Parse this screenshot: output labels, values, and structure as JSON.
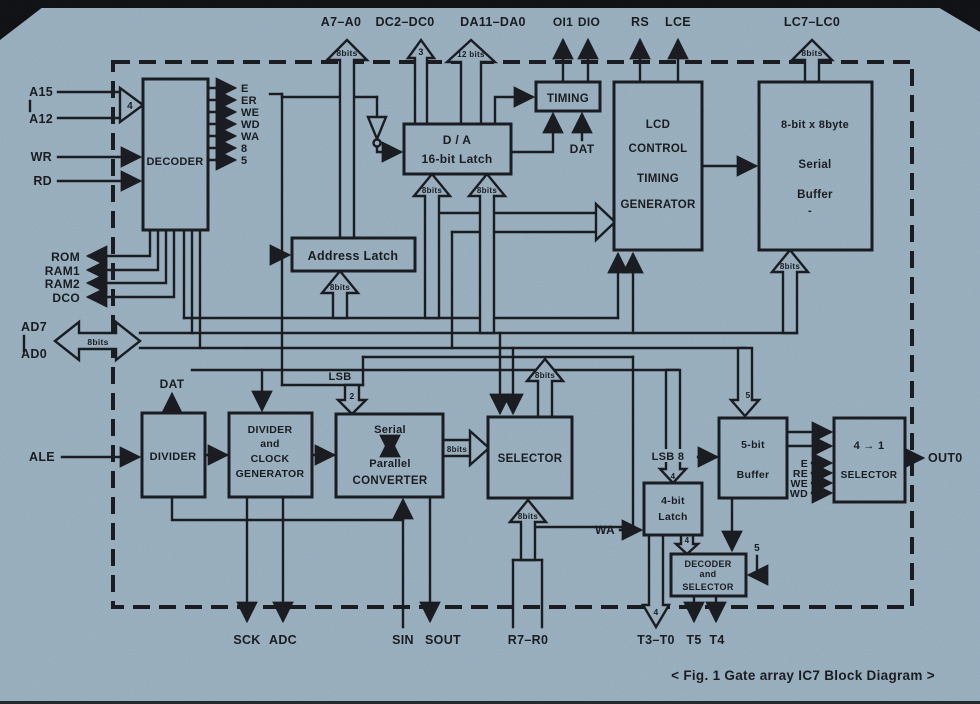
{
  "caption": "< Fig. 1  Gate array IC7  Block Diagram >",
  "colors": {
    "background": "#a0b8c8",
    "ink": "#15171b"
  },
  "bus": {
    "b8": "8bits",
    "b3": "3",
    "b12": "12 bits",
    "b2": "2",
    "b4": "4",
    "b5": "5"
  },
  "labels": {
    "dat": "DAT",
    "lsb": "LSB",
    "lsb8": "LSB 8",
    "wa": "WA",
    "dash": "-"
  },
  "ports": {
    "top": {
      "a": "A7–A0",
      "dc": "DC2–DC0",
      "da": "DA11–DA0",
      "oi1": "OI1",
      "dio": "DIO",
      "rs": "RS",
      "lce": "LCE",
      "lc": "LC7–LC0"
    },
    "left": {
      "a15": "A15",
      "a12": "A12",
      "wr": "WR",
      "rd": "RD",
      "rom": "ROM",
      "ram1": "RAM1",
      "ram2": "RAM2",
      "dc0": "DCO",
      "ad7": "AD7",
      "ad0": "AD0",
      "ale": "ALE"
    },
    "bottom": {
      "sck": "SCK",
      "adc": "ADC",
      "sin": "SIN",
      "sout": "SOUT",
      "r": "R7–R0",
      "t": "T3–T0",
      "t5": "T5",
      "t4": "T4"
    },
    "right": {
      "out0": "OUT0"
    }
  },
  "decoder_outputs": [
    "E",
    "ER",
    "WE",
    "WD",
    "WA",
    "8",
    "5"
  ],
  "sel41_inputs": [
    "E",
    "RE",
    "WE",
    "WD"
  ],
  "blocks": {
    "decoder": "DECODER",
    "address_latch": "Address Latch",
    "da_latch": [
      "D / A",
      "16-bit  Latch"
    ],
    "timing": "TIMING",
    "lcd_gen": [
      "LCD",
      "CONTROL",
      "TIMING",
      "GENERATOR"
    ],
    "serial_buffer": [
      "8-bit x 8byte",
      "Serial",
      "Buffer"
    ],
    "divider": "DIVIDER",
    "clock_gen": [
      "DIVIDER",
      "and",
      "CLOCK",
      "GENERATOR"
    ],
    "converter": [
      "Serial",
      "Parallel",
      "CONVERTER"
    ],
    "selector": "SELECTOR",
    "latch4": [
      "4-bit",
      "Latch"
    ],
    "buffer5": [
      "5-bit",
      "Buffer"
    ],
    "sel41": [
      "4 → 1",
      "SELECTOR"
    ],
    "dec_sel": [
      "DECODER",
      "and",
      "SELECTOR"
    ]
  }
}
